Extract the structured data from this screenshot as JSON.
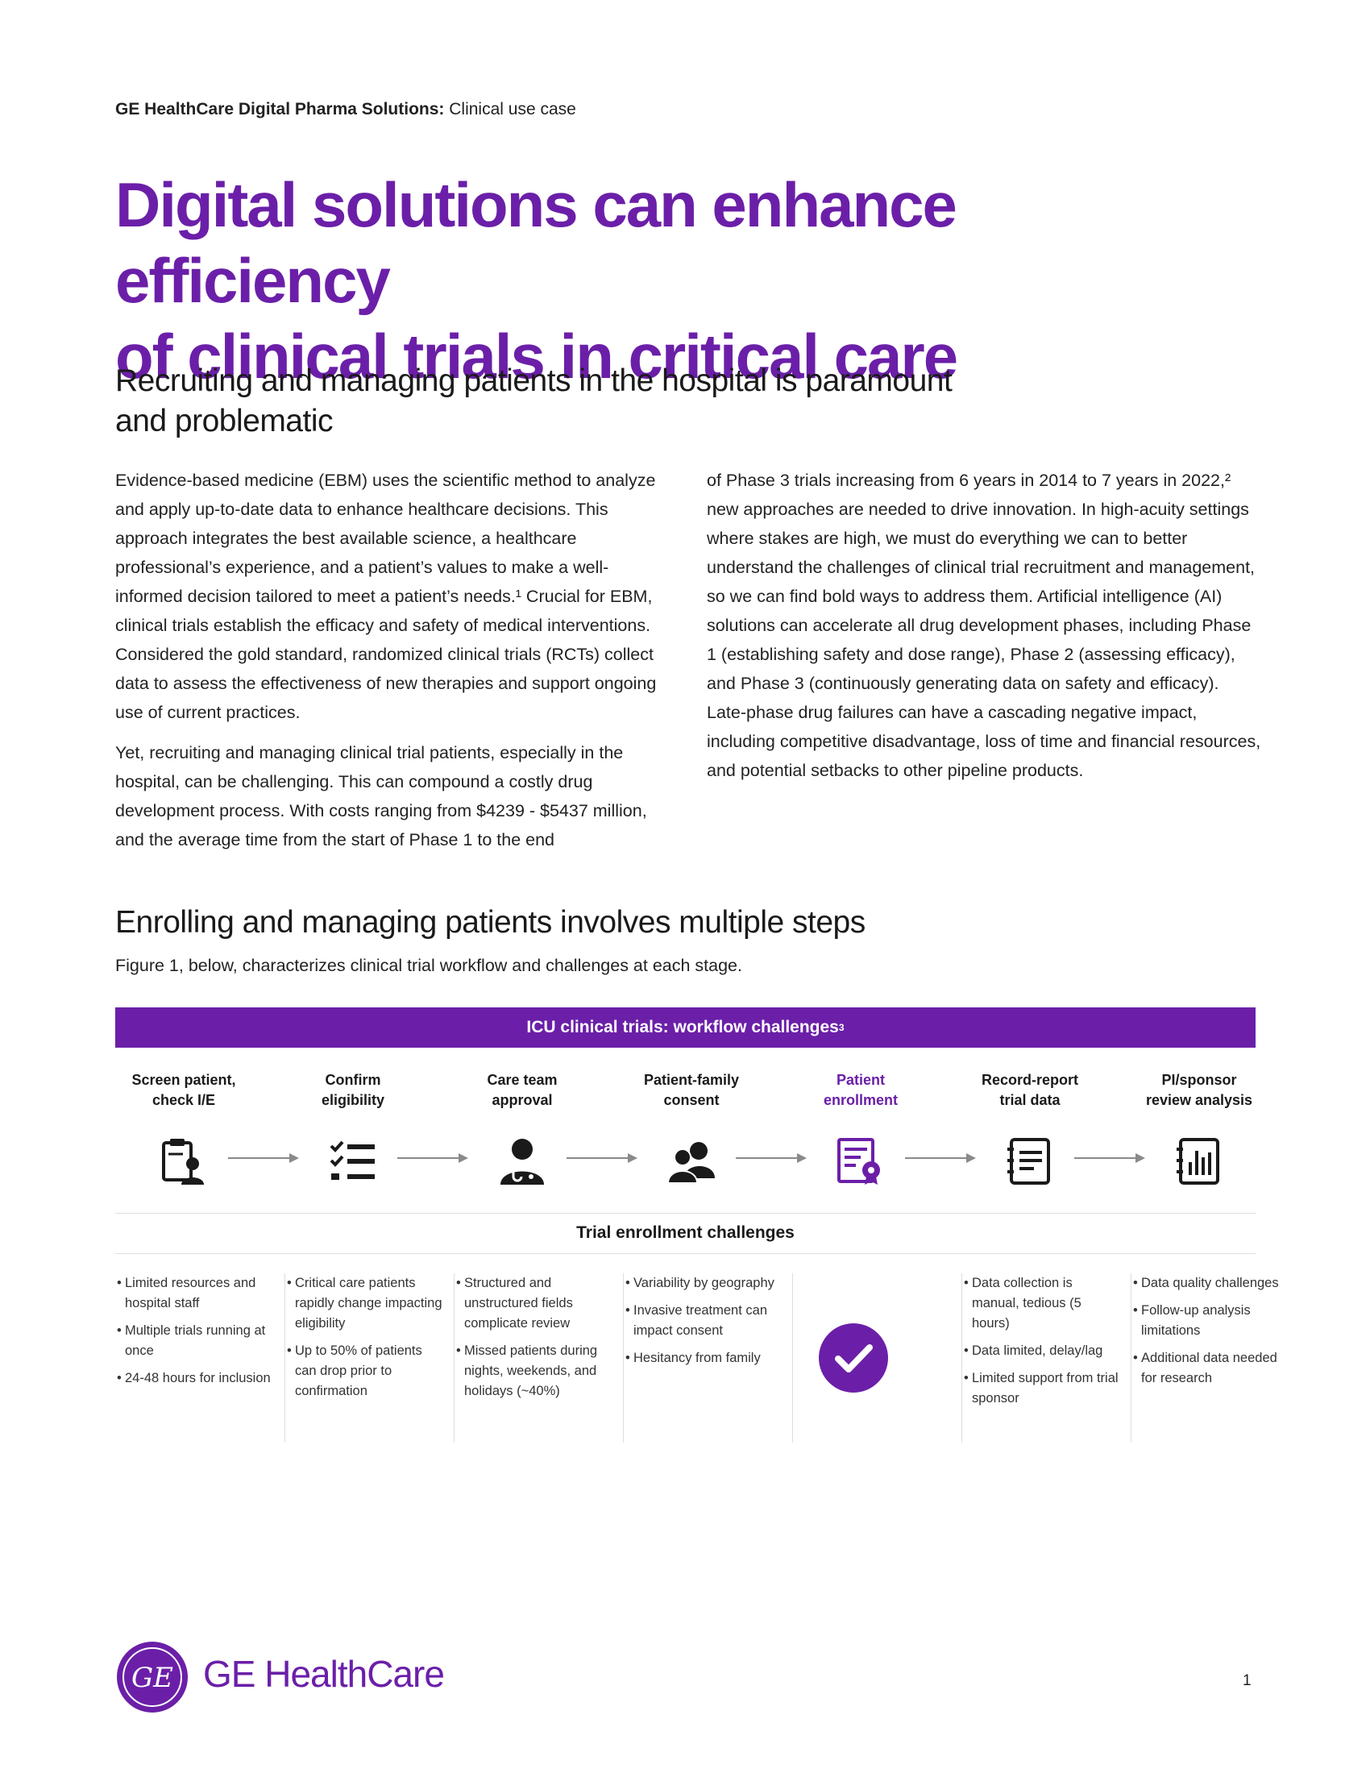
{
  "header": {
    "kicker_bold": "GE HealthCare Digital Pharma Solutions:",
    "kicker_rest": " Clinical use case"
  },
  "title": {
    "line1": "Digital solutions can enhance efficiency",
    "line2": "of clinical trials in critical care"
  },
  "section1": {
    "heading_line1": "Recruiting and managing patients in the hospital is paramount",
    "heading_line2": "and problematic",
    "left_p1": "Evidence-based medicine (EBM) uses the scientific method to analyze and apply up-to-date data to enhance healthcare decisions. This approach integrates the best available science, a healthcare professional’s experience, and a patient’s values to make a well-informed decision tailored to meet a patient’s needs.¹ Crucial for EBM, clinical trials establish the efficacy and safety of medical interventions. Considered the gold standard, randomized clinical trials (RCTs) collect data to assess the effectiveness of new therapies and support ongoing use of current practices.",
    "left_p2": "Yet, recruiting and managing clinical trial patients, especially in the hospital, can be challenging. This can compound a costly drug development process. With costs ranging from $4239 - $5437 million, and the average time from the start of Phase 1 to the end",
    "right_p1": "of Phase 3 trials increasing from 6 years in 2014 to 7 years in 2022,² new approaches are needed to drive innovation. In high-acuity settings where stakes are high, we must do everything we can to better understand the challenges of clinical trial recruitment and management, so we can find bold ways to address them. Artificial intelligence (AI) solutions can accelerate all drug development phases, including Phase 1 (establishing safety and dose range), Phase 2 (assessing efficacy), and Phase 3 (continuously generating data on safety and efficacy). Late-phase drug failures can have a cascading negative impact, including competitive disadvantage, loss of time and financial resources, and potential setbacks to other pipeline products."
  },
  "section2": {
    "heading": "Enrolling and managing patients involves multiple steps",
    "lead": "Figure 1, below, characterizes clinical trial workflow and challenges at each stage."
  },
  "figure": {
    "banner": "ICU clinical trials: workflow challenges",
    "banner_sup": "3",
    "steps": [
      {
        "l1": "Screen patient,",
        "l2": "check I/E",
        "icon": "clipboard-person-icon"
      },
      {
        "l1": "Confirm",
        "l2": "eligibility",
        "icon": "checklist-icon"
      },
      {
        "l1": "Care team",
        "l2": "approval",
        "icon": "doctor-icon"
      },
      {
        "l1": "Patient-family",
        "l2": "consent",
        "icon": "people-icon"
      },
      {
        "l1": "Patient",
        "l2": "enrollment",
        "icon": "certificate-icon"
      },
      {
        "l1": "Record-report",
        "l2": "trial data",
        "icon": "notebook-icon"
      },
      {
        "l1": "PI/sponsor",
        "l2": "review analysis",
        "icon": "chart-notebook-icon"
      }
    ],
    "challenges_title": "Trial enrollment challenges",
    "challenges": [
      [
        "Limited resources and hospital staff",
        "Multiple trials running at once",
        "24-48 hours for inclusion"
      ],
      [
        "Critical care patients rapidly change impacting eligibility",
        "Up to 50% of patients can drop prior to confirmation"
      ],
      [
        "Structured and unstructured fields complicate review",
        "Missed patients during nights, weekends, and holidays (~40%)"
      ],
      [
        "Variability by geography",
        "Invasive treatment can impact consent",
        "Hesitancy from family"
      ],
      [],
      [
        "Data collection is manual, tedious (5 hours)",
        "Data limited, delay/lag",
        "Limited support from trial sponsor"
      ],
      [
        "Data quality challenges",
        "Follow-up analysis limitations",
        "Additional data needed for research"
      ]
    ],
    "accent": "#6b1fa8"
  },
  "footer": {
    "brand": "GE HealthCare",
    "logo_mark": "GE",
    "page": "1"
  }
}
